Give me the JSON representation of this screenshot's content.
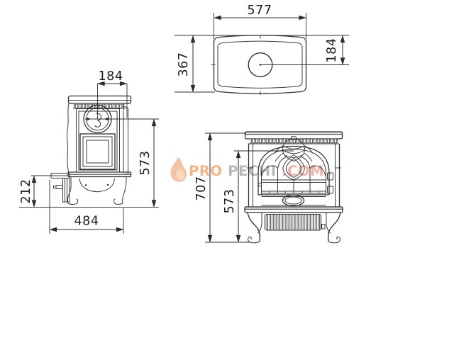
{
  "drawing": {
    "subject": "wood-stove-dimension-drawing",
    "units": "mm"
  },
  "colors": {
    "line": "#3a3a3a",
    "dim_text": "#1d1d1d",
    "flame": "#f3b28b",
    "flame_inner": "#f8cfae",
    "wm_orange": "#efa163",
    "wm_gray": "#a6a6a6",
    "wm_salmon": "#ec9c8c"
  },
  "watermark": {
    "part1": "PRO",
    "part2": "PECHI",
    "part3": ".COM"
  },
  "top_view": {
    "dim_width": "577",
    "dim_depth": "367",
    "dim_flue_offset": "184"
  },
  "side_view": {
    "dim_flue": "184",
    "dim_flue_center_height": "573",
    "dim_shelf_height": "212",
    "dim_base_depth": "484"
  },
  "front_view": {
    "dim_total_height": "707",
    "dim_body_height": "573"
  }
}
